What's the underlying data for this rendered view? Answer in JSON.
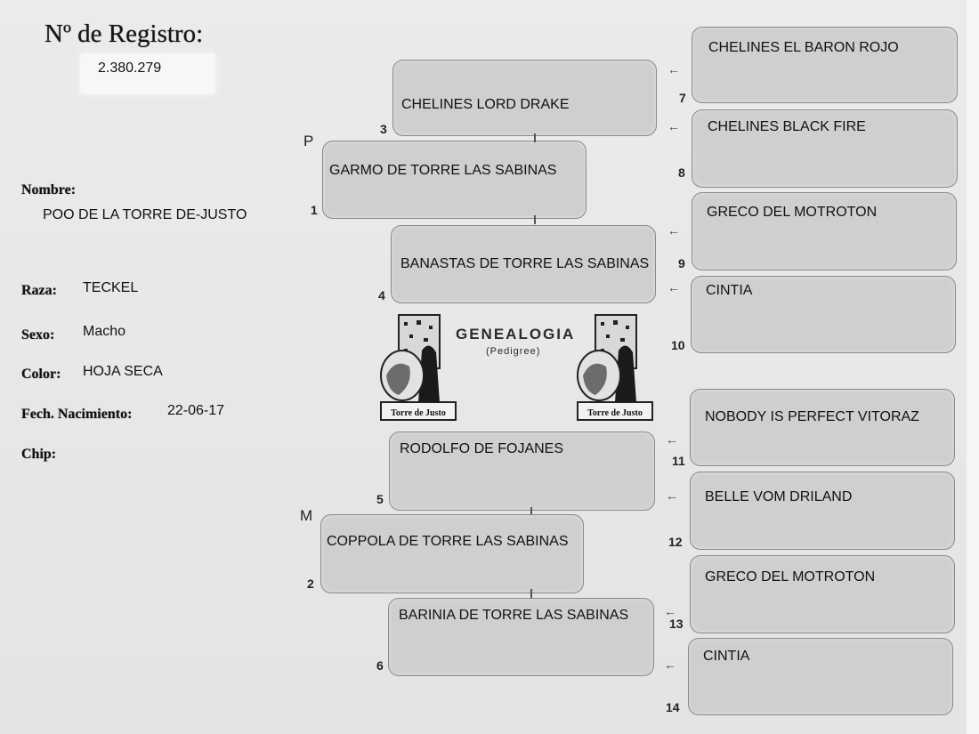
{
  "registration": {
    "label": "Nº de Registro:",
    "value": "2.380.279"
  },
  "dog": {
    "fields": [
      {
        "key": "nombre",
        "label": "Nombre:",
        "value": "POO DE LA TORRE DE-JUSTO"
      },
      {
        "key": "raza",
        "label": "Raza:",
        "value": "TECKEL"
      },
      {
        "key": "sexo",
        "label": "Sexo:",
        "value": "Macho"
      },
      {
        "key": "color",
        "label": "Color:",
        "value": "HOJA SECA"
      },
      {
        "key": "nacimiento",
        "label": "Fech. Nacimiento:",
        "value": "22-06-17"
      },
      {
        "key": "chip",
        "label": "Chip:",
        "value": ""
      }
    ]
  },
  "pedigree": {
    "sire_marker": "P",
    "dam_marker": "M",
    "parents": [
      {
        "num": "1",
        "name": "GARMO DE TORRE LAS SABINAS"
      },
      {
        "num": "2",
        "name": "COPPOLA DE TORRE LAS SABINAS"
      }
    ],
    "grandparents": [
      {
        "num": "3",
        "name": "CHELINES LORD DRAKE"
      },
      {
        "num": "4",
        "name": "BANASTAS DE TORRE LAS SABINAS"
      },
      {
        "num": "5",
        "name": "RODOLFO DE FOJANES"
      },
      {
        "num": "6",
        "name": "BARINIA DE TORRE LAS SABINAS"
      }
    ],
    "great_grandparents": [
      {
        "num": "7",
        "name": "CHELINES EL BARON ROJO"
      },
      {
        "num": "8",
        "name": "CHELINES BLACK FIRE"
      },
      {
        "num": "9",
        "name": "GRECO DEL MOTROTON"
      },
      {
        "num": "10",
        "name": "CINTIA"
      },
      {
        "num": "11",
        "name": "NOBODY IS PERFECT VITORAZ"
      },
      {
        "num": "12",
        "name": "BELLE VOM DRILAND"
      },
      {
        "num": "13",
        "name": "GRECO DEL MOTROTON"
      },
      {
        "num": "14",
        "name": "CINTIA"
      }
    ]
  },
  "header": {
    "title": "GENEALOGIA",
    "subtitle": "(Pedigree)",
    "logo_text": "Torre de Justo"
  },
  "icons": {
    "arrow_left": "←"
  }
}
